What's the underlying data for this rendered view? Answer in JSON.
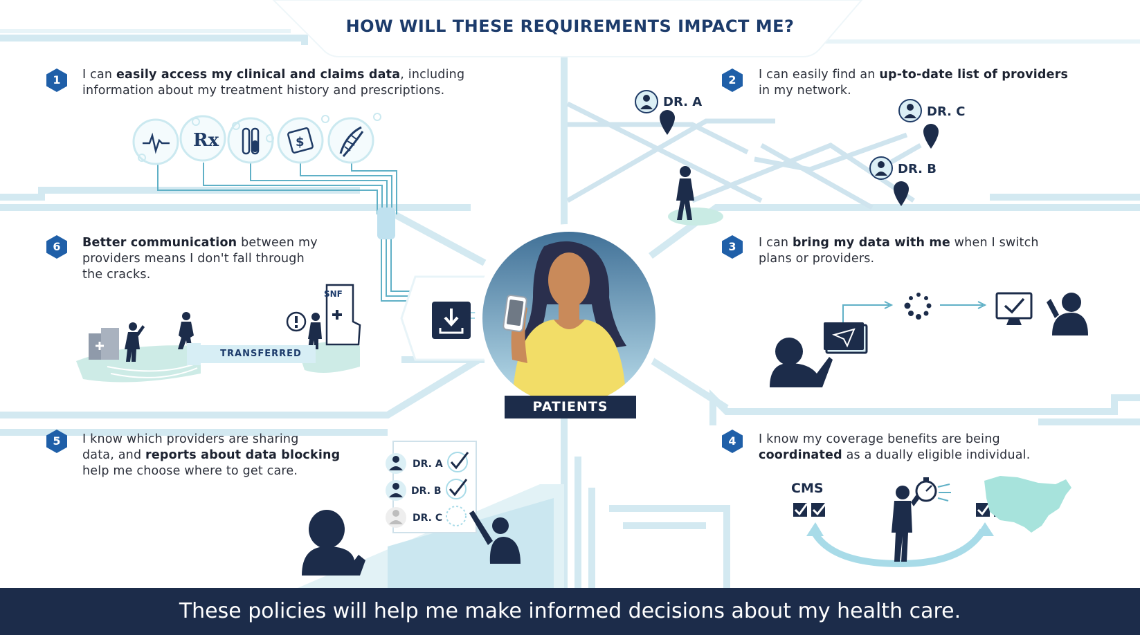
{
  "title": "HOW WILL THESE REQUIREMENTS IMPACT ME?",
  "colors": {
    "navy": "#1c2c4a",
    "title_blue": "#1c3b6b",
    "badge_blue": "#1f5fa8",
    "light_line": "#cfe6ef",
    "mint": "#bfe8e2",
    "yellow": "#f2dd67",
    "skin": "#c98a5a"
  },
  "center": {
    "label": "PATIENTS",
    "icon": "download-icon"
  },
  "statements": [
    {
      "number": "1",
      "line1_pre": "I can ",
      "line1_bold": "easily access my clinical and claims data",
      "line1_post": ", including",
      "line2": "information about my treatment history and prescriptions."
    },
    {
      "number": "2",
      "line1_pre": "I can easily find an ",
      "line1_bold": "up-to-date list of providers",
      "line2": "in my network."
    },
    {
      "number": "3",
      "line1_pre": "I can ",
      "line1_bold": "bring my data with me",
      "line1_post": " when I switch",
      "line2": "plans or providers."
    },
    {
      "number": "4",
      "line1": "I know my coverage benefits are being",
      "line2_bold": "coordinated",
      "line2_post": " as a dually eligible individual."
    },
    {
      "number": "5",
      "line1": "I know which providers are sharing",
      "line2_pre": "data, and ",
      "line2_bold": "reports about data blocking",
      "line3": "help me choose where to get care."
    },
    {
      "number": "6",
      "line1_bold": "Better communication",
      "line1_post": " between my",
      "line2": "providers means I don't fall through",
      "line3": "the cracks."
    }
  ],
  "data_icons": [
    "heartbeat-icon",
    "prescription-icon",
    "test-tubes-icon",
    "bill-icon",
    "dna-icon"
  ],
  "rx_text": "Rx",
  "dollar_text": "$",
  "map_doctors": [
    "DR. A",
    "DR. C",
    "DR. B"
  ],
  "checklist_doctors": [
    "DR. A",
    "DR. B",
    "DR. C"
  ],
  "transferred_label": "TRANSFERRED",
  "snf_label": "SNF",
  "cms_label": "CMS",
  "footer": "These policies will help me make informed decisions about my health care."
}
